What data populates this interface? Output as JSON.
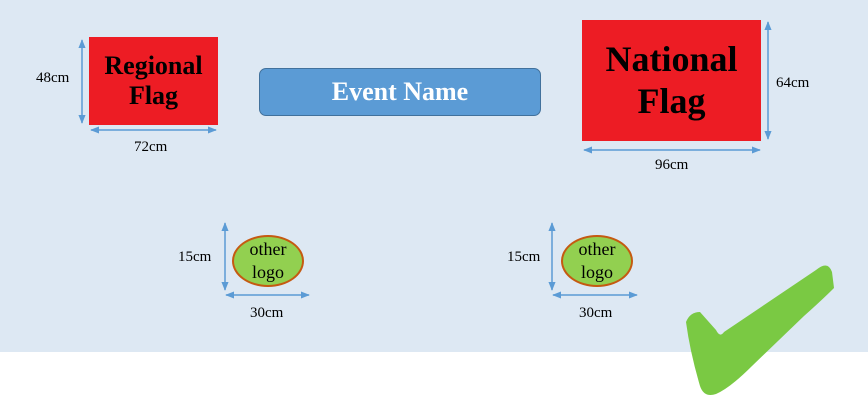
{
  "event_button": {
    "label": "Event Name"
  },
  "regional_flag": {
    "line1": "Regional",
    "line2": "Flag",
    "height_label": "48cm",
    "width_label": "72cm"
  },
  "national_flag": {
    "line1": "National",
    "line2": "Flag",
    "height_label": "64cm",
    "width_label": "96cm"
  },
  "logos": [
    {
      "line1": "other",
      "line2": "logo",
      "height_label": "15cm",
      "width_label": "30cm"
    },
    {
      "line1": "other",
      "line2": "logo",
      "height_label": "15cm",
      "width_label": "30cm"
    }
  ],
  "colors": {
    "background": "#dde8f3",
    "flag": "#ed1c24",
    "event_fill": "#5b9bd5",
    "logo_fill": "#92d050",
    "logo_border": "#c55a11",
    "arrow": "#5b9bd5",
    "checkmark": "#7ac943"
  },
  "icons": {
    "check": "checkmark-icon"
  }
}
